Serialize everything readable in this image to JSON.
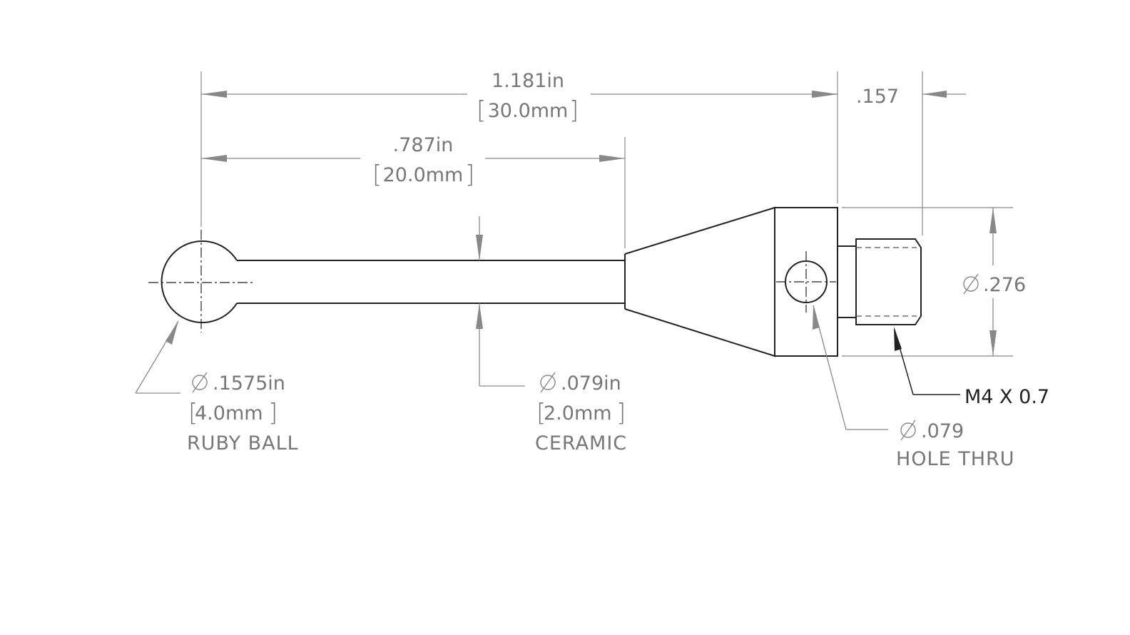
{
  "dimensions": {
    "overall_length": {
      "in": "1.181in",
      "mm": "30.0mm"
    },
    "stem_length": {
      "in": ".787in",
      "mm": "20.0mm"
    },
    "thread_length": {
      "value": ".157"
    },
    "body_diameter": {
      "symbol": "∅",
      "value": ".276"
    }
  },
  "callouts": {
    "ruby_ball": {
      "symbol": "∅",
      "in": ".1575in",
      "mm": "4.0mm",
      "label": "RUBY BALL"
    },
    "ceramic_stem": {
      "symbol": "∅",
      "in": ".079in",
      "mm": "2.0mm",
      "label": "CERAMIC"
    },
    "hole": {
      "symbol": "∅",
      "value": ".079",
      "label": "HOLE THRU"
    },
    "thread": {
      "label": "M4 X 0.7"
    }
  },
  "brackets": {
    "open": "[",
    "close": "]"
  },
  "colors": {
    "part_line": "#222222",
    "dimension": "#777777",
    "background": "#ffffff"
  }
}
